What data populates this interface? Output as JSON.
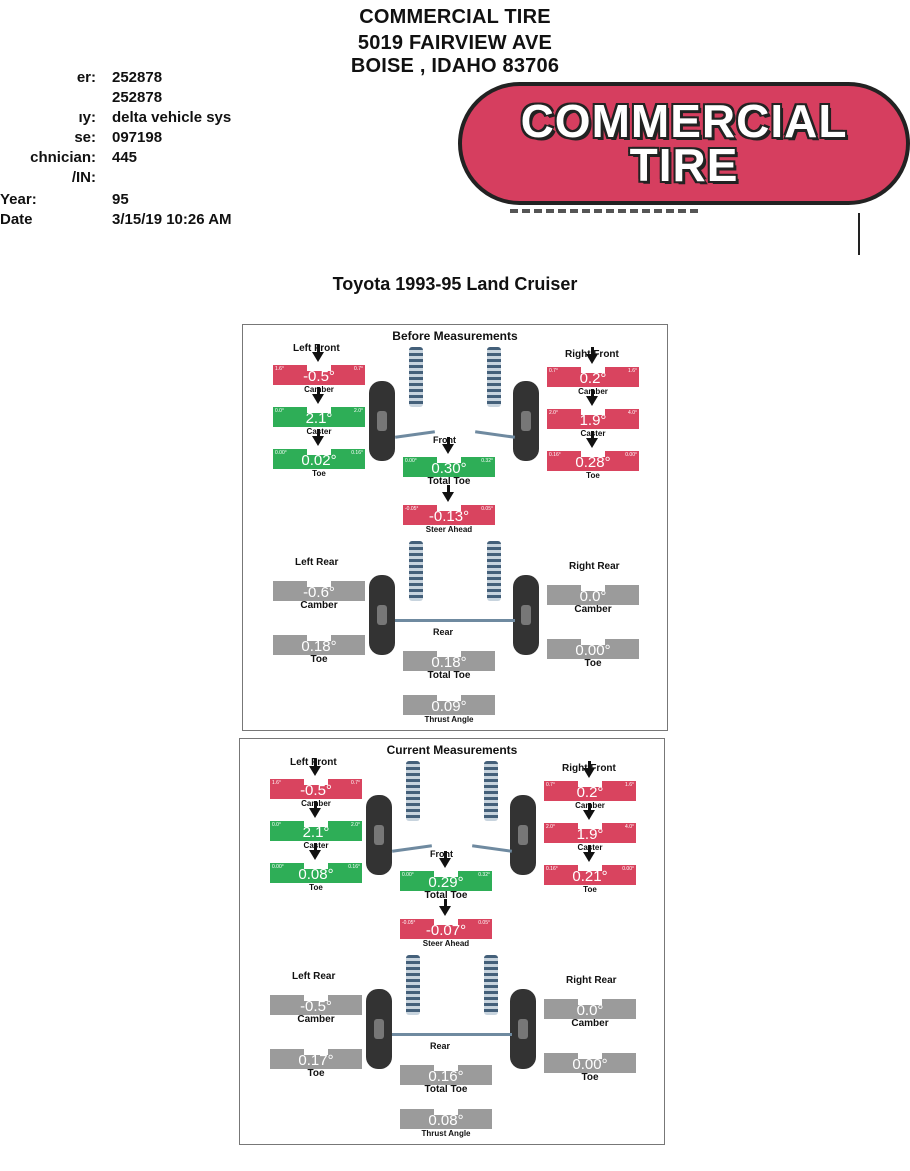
{
  "shop": {
    "name_line": "COMMERCIAL TIRE",
    "street": "5019 FAIRVIEW AVE",
    "city": "BOISE , IDAHO 83706",
    "logo_line1": "COMMERCIAL",
    "logo_line2": "TIRE"
  },
  "info": [
    {
      "label": "er:",
      "value": "252878"
    },
    {
      "label": "",
      "value": "252878"
    },
    {
      "label": "ıy:",
      "value": "delta vehicle sys"
    },
    {
      "label": "se:",
      "value": "097198"
    },
    {
      "label": "chnician:",
      "value": "445"
    },
    {
      "label": "/IN:",
      "value": ""
    },
    {
      "label": "Year:",
      "value": "95"
    },
    {
      "label": "Date",
      "value": "3/15/19 10:26 AM"
    }
  ],
  "vehicle_title": "Toyota 1993-95 Land Cruiser",
  "colors": {
    "red": "#d9445f",
    "green": "#2eae57",
    "gray": "#9b9b9b",
    "logo": "#d63e5f"
  },
  "panels": [
    {
      "title": "Before Measurements",
      "left_front": "Left Front",
      "right_front": "Right Front",
      "front": "Front",
      "left_rear": "Left Rear",
      "right_rear": "Right Rear",
      "rear": "Rear",
      "lf_camber": {
        "value": "-0.5°",
        "label": "Camber",
        "lo": "1.6°",
        "hi": "0.7°",
        "color": "red"
      },
      "lf_caster": {
        "value": "2.1°",
        "label": "Caster",
        "lo": "0.0°",
        "hi": "2.0°",
        "color": "green"
      },
      "lf_toe": {
        "value": "0.02°",
        "label": "Toe",
        "lo": "0.00°",
        "hi": "0.16°",
        "color": "green"
      },
      "rf_camber": {
        "value": "0.2°",
        "label": "Camber",
        "lo": "0.7°",
        "hi": "1.6°",
        "color": "red"
      },
      "rf_caster": {
        "value": "1.9°",
        "label": "Caster",
        "lo": "2.0°",
        "hi": "4.0°",
        "color": "red"
      },
      "rf_toe": {
        "value": "0.28°",
        "label": "Toe",
        "lo": "0.16°",
        "hi": "0.00°",
        "color": "red"
      },
      "total_toe": {
        "value": "0.30°",
        "label": "Total Toe",
        "lo": "0.00°",
        "hi": "0.32°",
        "color": "green"
      },
      "steer_ahead": {
        "value": "-0.13°",
        "label": "Steer Ahead",
        "lo": "-0.05°",
        "hi": "0.05°",
        "color": "red"
      },
      "lr_camber": {
        "value": "-0.6°",
        "label": "Camber",
        "color": "gray"
      },
      "lr_toe": {
        "value": "0.18°",
        "label": "Toe",
        "color": "gray"
      },
      "rr_camber": {
        "value": "0.0°",
        "label": "Camber",
        "color": "gray"
      },
      "rr_toe": {
        "value": "0.00°",
        "label": "Toe",
        "color": "gray"
      },
      "rear_total_toe": {
        "value": "0.18°",
        "label": "Total Toe",
        "color": "gray"
      },
      "thrust_angle": {
        "value": "0.09°",
        "label": "Thrust Angle",
        "color": "gray"
      }
    },
    {
      "title": "Current Measurements",
      "left_front": "Left Front",
      "right_front": "Right Front",
      "front": "Front",
      "left_rear": "Left Rear",
      "right_rear": "Right Rear",
      "rear": "Rear",
      "lf_camber": {
        "value": "-0.5°",
        "label": "Camber",
        "lo": "1.6°",
        "hi": "0.7°",
        "color": "red"
      },
      "lf_caster": {
        "value": "2.1°",
        "label": "Caster",
        "lo": "0.0°",
        "hi": "2.0°",
        "color": "green"
      },
      "lf_toe": {
        "value": "0.08°",
        "label": "Toe",
        "lo": "0.00°",
        "hi": "0.16°",
        "color": "green"
      },
      "rf_camber": {
        "value": "0.2°",
        "label": "Camber",
        "lo": "0.7°",
        "hi": "1.6°",
        "color": "red"
      },
      "rf_caster": {
        "value": "1.9°",
        "label": "Caster",
        "lo": "2.0°",
        "hi": "4.0°",
        "color": "red"
      },
      "rf_toe": {
        "value": "0.21°",
        "label": "Toe",
        "lo": "0.16°",
        "hi": "0.00°",
        "color": "red"
      },
      "total_toe": {
        "value": "0.29°",
        "label": "Total Toe",
        "lo": "0.00°",
        "hi": "0.32°",
        "color": "green"
      },
      "steer_ahead": {
        "value": "-0.07°",
        "label": "Steer Ahead",
        "lo": "-0.05°",
        "hi": "0.05°",
        "color": "red"
      },
      "lr_camber": {
        "value": "-0.5°",
        "label": "Camber",
        "color": "gray"
      },
      "lr_toe": {
        "value": "0.17°",
        "label": "Toe",
        "color": "gray"
      },
      "rr_camber": {
        "value": "0.0°",
        "label": "Camber",
        "color": "gray"
      },
      "rr_toe": {
        "value": "0.00°",
        "label": "Toe",
        "color": "gray"
      },
      "rear_total_toe": {
        "value": "0.16°",
        "label": "Total Toe",
        "color": "gray"
      },
      "thrust_angle": {
        "value": "0.08°",
        "label": "Thrust Angle",
        "color": "gray"
      }
    }
  ]
}
